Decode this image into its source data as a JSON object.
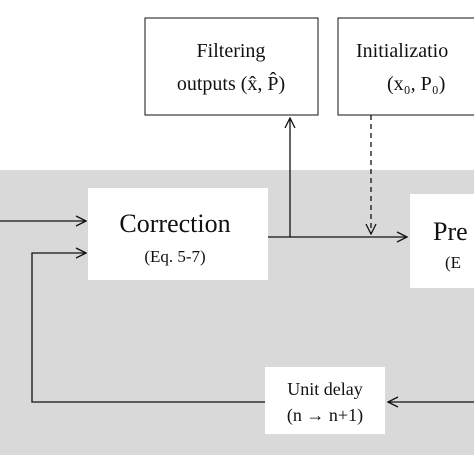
{
  "boxes": {
    "filtering": {
      "line1": "Filtering",
      "line2": "outputs (x̂, P̂)"
    },
    "initialization": {
      "line1": "Initializatio",
      "line2": "(x₀, P₀)"
    },
    "correction": {
      "title": "Correction",
      "ref": "(Eq. 5-7)"
    },
    "prediction": {
      "title": "Pre",
      "ref": "(E"
    },
    "unit_delay": {
      "line1": "Unit delay",
      "line2": "(n → n+1)"
    }
  },
  "colors": {
    "background_band": "#d9d9d9",
    "box_fill": "#ffffff",
    "line": "#111111"
  }
}
